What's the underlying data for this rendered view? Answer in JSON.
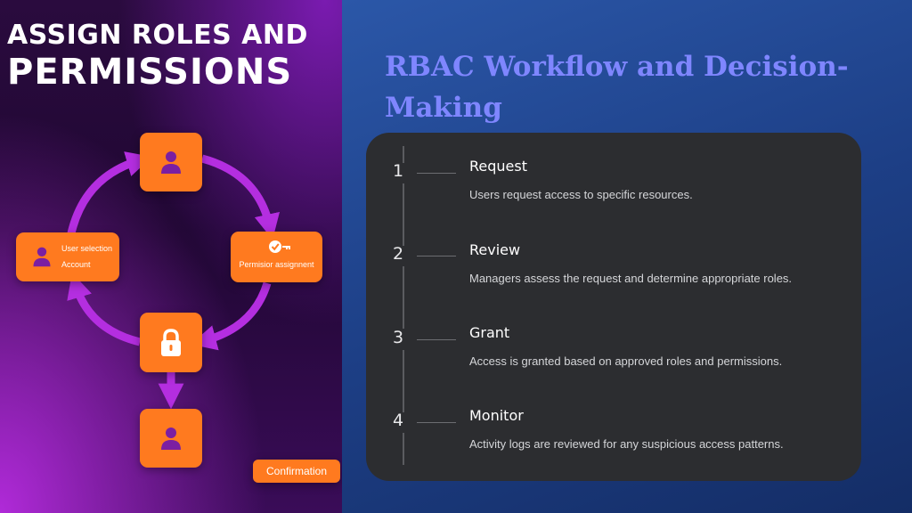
{
  "hero": {
    "line1": "ASSIGN ROLES AND",
    "line2": "PERMISSIONS"
  },
  "diagram": {
    "user_box": {
      "line1": "User selection",
      "line2": "Account"
    },
    "permission_box": {
      "label": "Permisior assignnent"
    },
    "confirmation_label": "Confirmation",
    "icons": {
      "top": "user-icon",
      "left": "user-icon",
      "right": "checkmark-key-icon",
      "center": "lock-icon",
      "bottom": "user-icon"
    },
    "colors": {
      "box": "#ff7a1f",
      "arrow": "#b42ee0",
      "icon": "#7b1fa2"
    }
  },
  "page": {
    "title": "RBAC Workflow and Decision-Making"
  },
  "steps": [
    {
      "number": "1",
      "title": "Request",
      "description": "Users request access to specific resources."
    },
    {
      "number": "2",
      "title": "Review",
      "description": "Managers assess the request and determine appropriate roles."
    },
    {
      "number": "3",
      "title": "Grant",
      "description": "Access is granted based on approved roles and permissions."
    },
    {
      "number": "4",
      "title": "Monitor",
      "description": "Activity logs are reviewed for any suspicious access patterns."
    }
  ]
}
